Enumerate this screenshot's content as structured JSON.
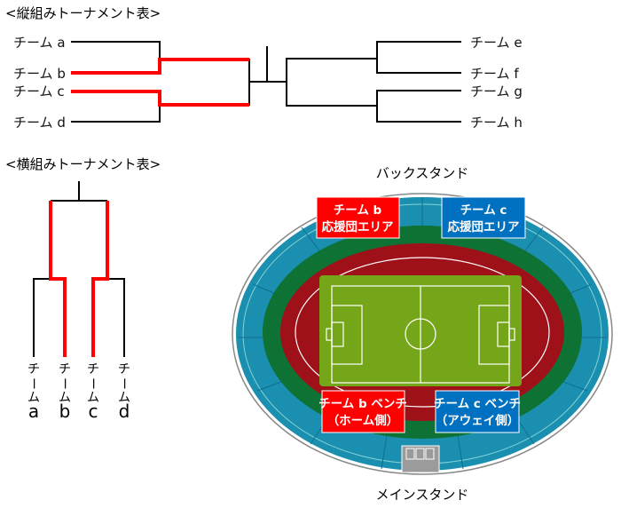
{
  "vertical_bracket": {
    "title": "<縦組みトーナメント表>",
    "teams_left": [
      "チーム a",
      "チーム b",
      "チーム c",
      "チーム d"
    ],
    "teams_right": [
      "チーム e",
      "チーム f",
      "チーム g",
      "チーム h"
    ],
    "highlighted": [
      "b",
      "c"
    ]
  },
  "horizontal_bracket": {
    "title": "<横組みトーナメント表>",
    "team_prefix_chars": [
      "チ",
      "ー",
      "ム"
    ],
    "team_letters": [
      "a",
      "b",
      "c",
      "d"
    ],
    "highlighted": [
      "b",
      "c"
    ]
  },
  "stadium": {
    "back_stand": "バックスタンド",
    "main_stand": "メインスタンド",
    "team_b_area": [
      "チーム b",
      "応援団エリア"
    ],
    "team_c_area": [
      "チーム c",
      "応援団エリア"
    ],
    "team_b_bench": [
      "チーム b ベンチ",
      "（ホーム側）"
    ],
    "team_c_bench": [
      "チーム c ベンチ",
      "（アウェイ側）"
    ]
  },
  "colors": {
    "highlight": "#ff0000",
    "team_b": "#ff0000",
    "team_c": "#0070c0",
    "seats": "#1b8fb0",
    "track": "#9e1118",
    "field": "#75a619",
    "grass": "#0e7234"
  }
}
